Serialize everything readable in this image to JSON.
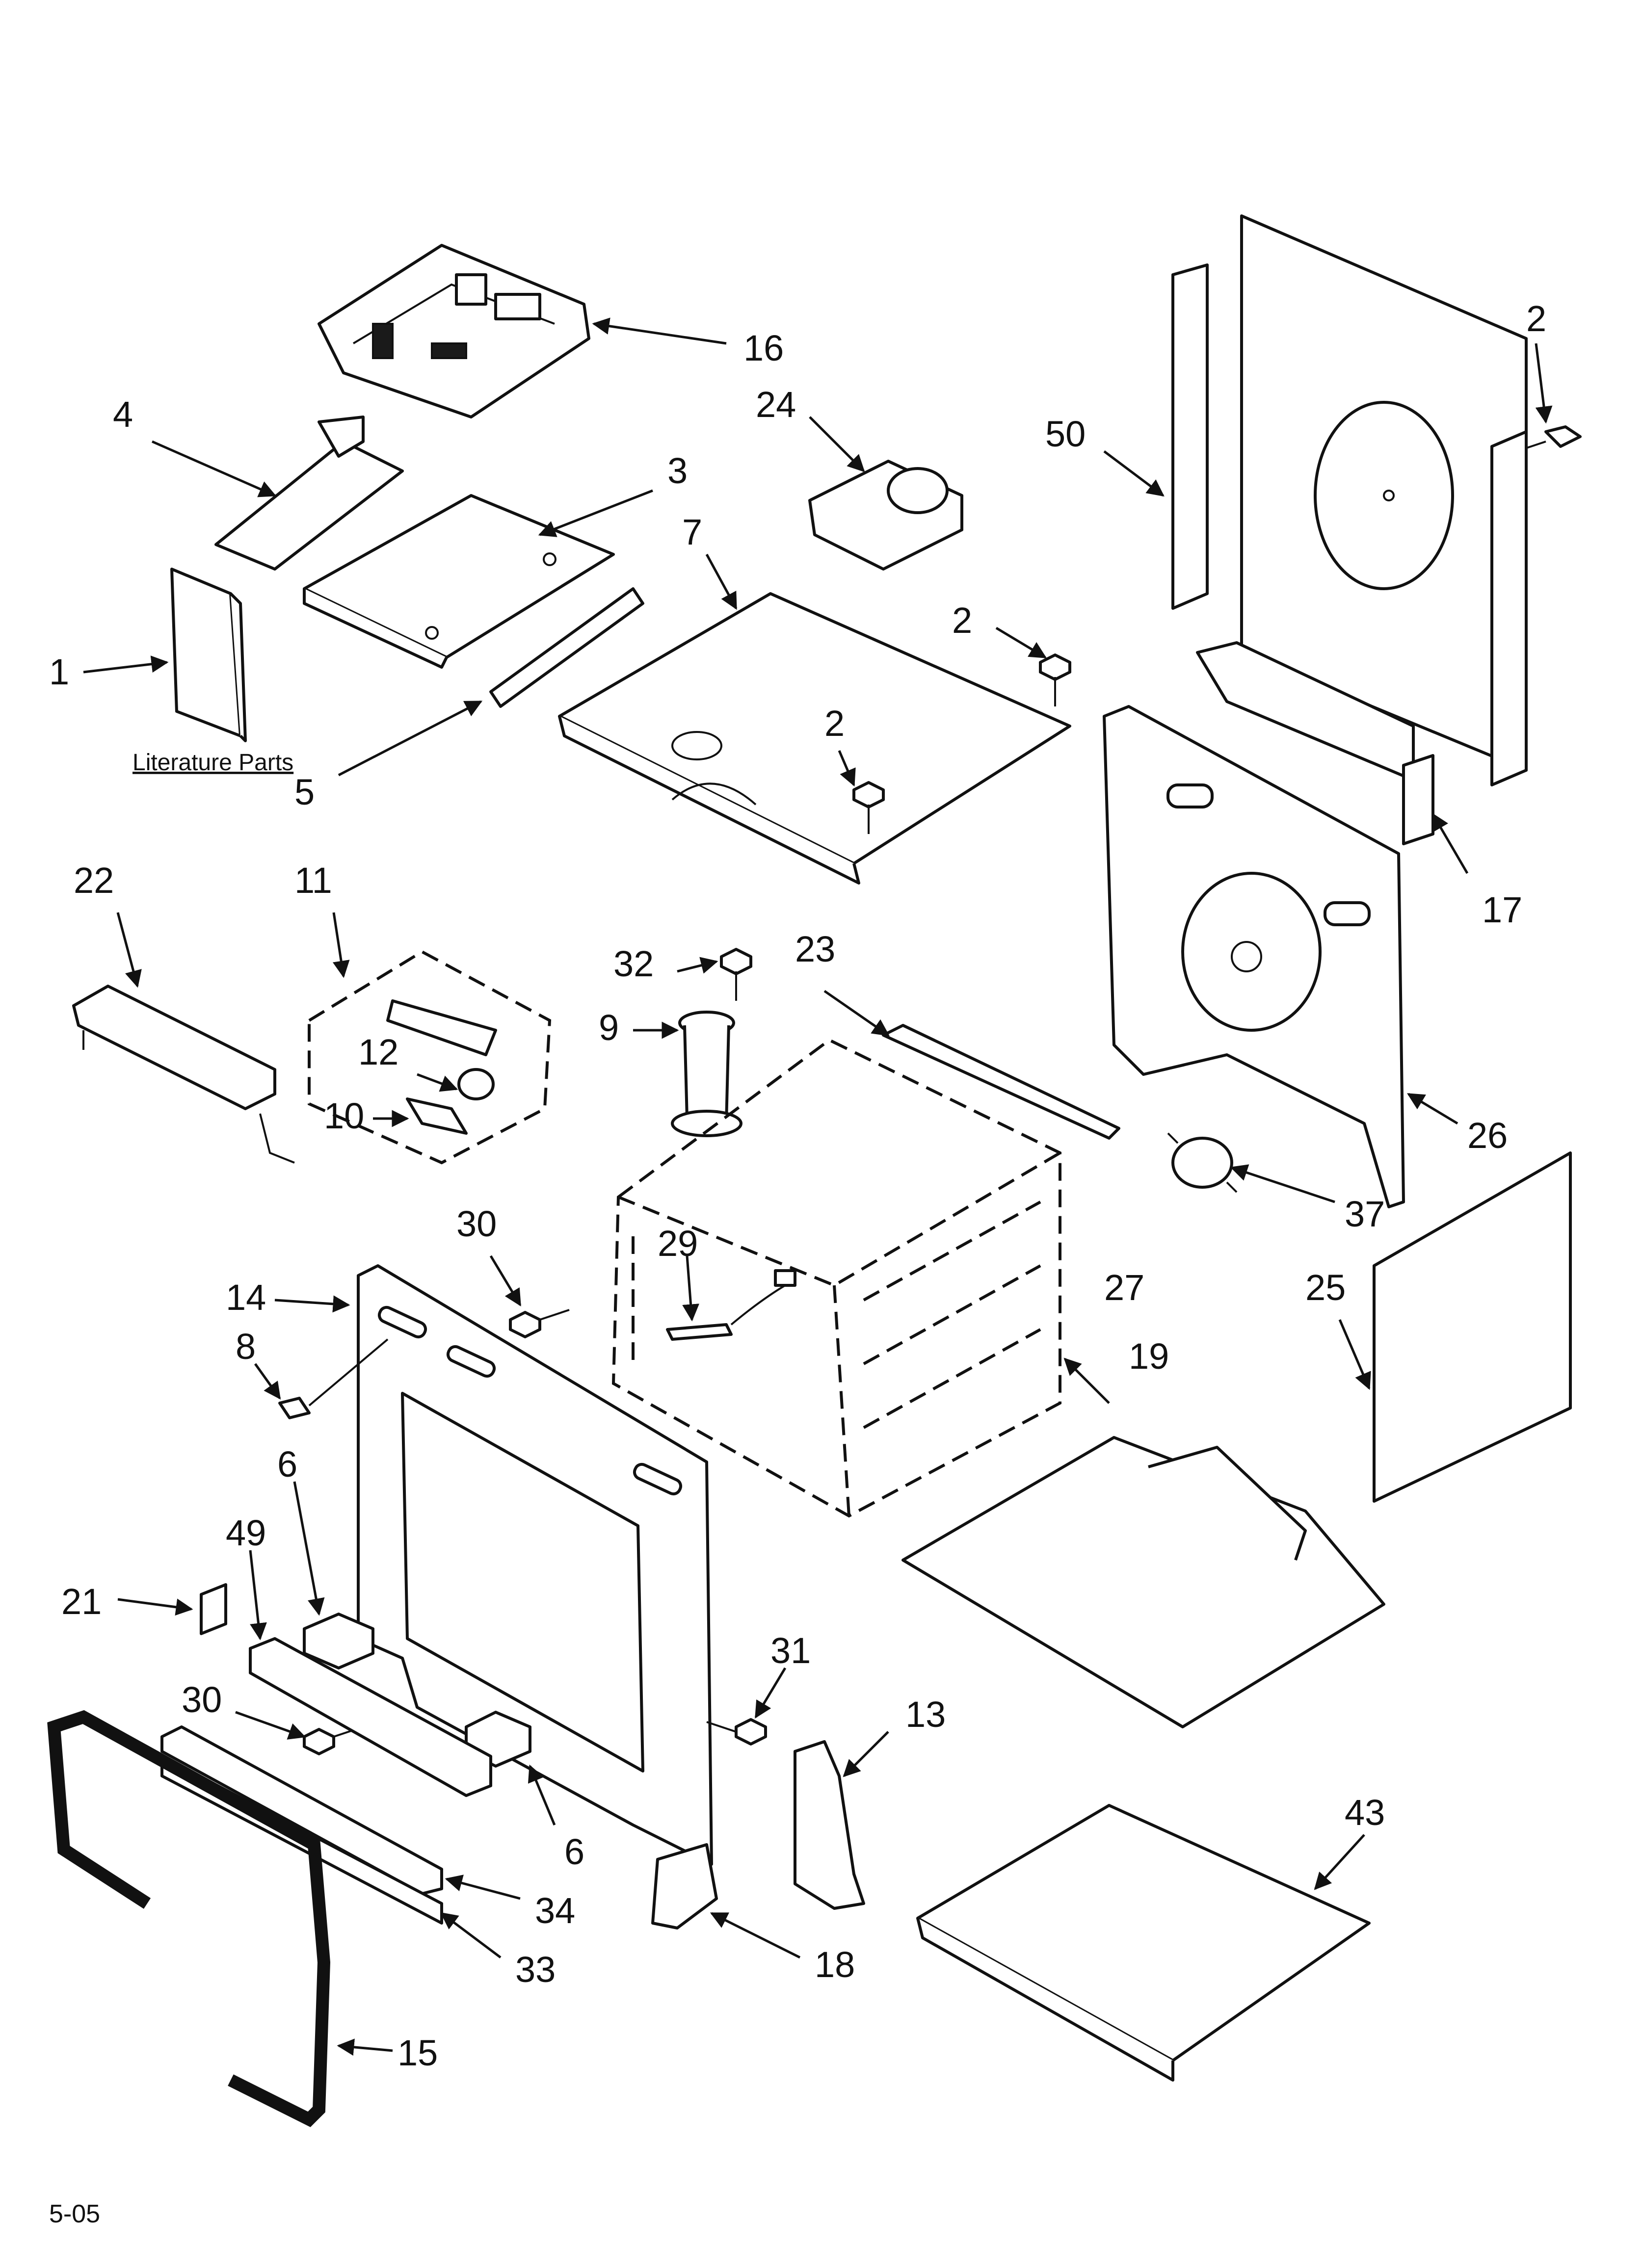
{
  "footer_code": "5-05",
  "literature_caption": "Literature Parts",
  "callouts": {
    "c1": "1",
    "c2a": "2",
    "c2b": "2",
    "c2c": "2",
    "c3": "3",
    "c4": "4",
    "c5": "5",
    "c6a": "6",
    "c6b": "6",
    "c7": "7",
    "c8": "8",
    "c9": "9",
    "c10": "10",
    "c11": "11",
    "c12": "12",
    "c13": "13",
    "c14": "14",
    "c15": "15",
    "c16": "16",
    "c17": "17",
    "c18": "18",
    "c19": "19",
    "c21": "21",
    "c22": "22",
    "c23": "23",
    "c24": "24",
    "c25": "25",
    "c26": "26",
    "c27": "27",
    "c29": "29",
    "c30a": "30",
    "c30b": "30",
    "c31": "31",
    "c32": "32",
    "c33": "33",
    "c34": "34",
    "c37": "37",
    "c43": "43",
    "c49": "49",
    "c50": "50"
  }
}
